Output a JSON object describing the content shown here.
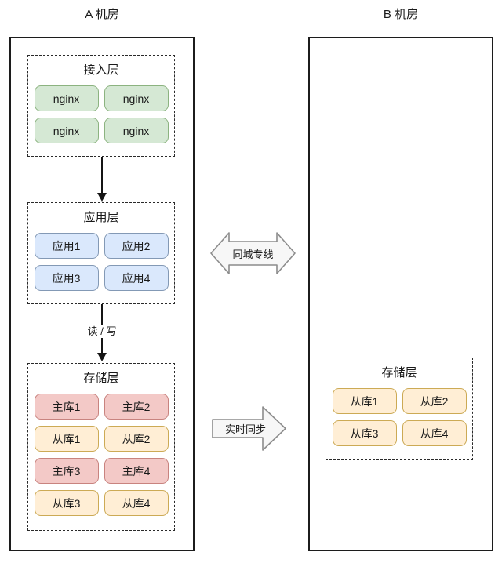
{
  "colors": {
    "green_fill": "#d5e8d4",
    "green_border": "#8cb380",
    "blue_fill": "#dae8fc",
    "blue_border": "#8399b5",
    "red_fill": "#f3c9c7",
    "red_border": "#c8837f",
    "yellow_fill": "#ffeed5",
    "yellow_border": "#ccaa55",
    "arrow_fill": "#f7f7f7",
    "arrow_border": "#8c8c8c"
  },
  "room_a": {
    "title": "A 机房",
    "access_layer": {
      "title": "接入层",
      "nodes": [
        {
          "label": "nginx"
        },
        {
          "label": "nginx"
        },
        {
          "label": "nginx"
        },
        {
          "label": "nginx"
        }
      ]
    },
    "app_layer": {
      "title": "应用层",
      "nodes": [
        {
          "label": "应用1"
        },
        {
          "label": "应用2"
        },
        {
          "label": "应用3"
        },
        {
          "label": "应用4"
        }
      ]
    },
    "storage_layer": {
      "title": "存储层",
      "nodes": [
        {
          "label": "主库1",
          "type": "master"
        },
        {
          "label": "主库2",
          "type": "master"
        },
        {
          "label": "从库1",
          "type": "slave"
        },
        {
          "label": "从库2",
          "type": "slave"
        },
        {
          "label": "主库3",
          "type": "master"
        },
        {
          "label": "主库4",
          "type": "master"
        },
        {
          "label": "从库3",
          "type": "slave"
        },
        {
          "label": "从库4",
          "type": "slave"
        }
      ]
    }
  },
  "room_b": {
    "title": "B 机房",
    "storage_layer": {
      "title": "存储层",
      "nodes": [
        {
          "label": "从库1",
          "type": "slave"
        },
        {
          "label": "从库2",
          "type": "slave"
        },
        {
          "label": "从库3",
          "type": "slave"
        },
        {
          "label": "从库4",
          "type": "slave"
        }
      ]
    }
  },
  "connectors": {
    "read_write": "读 / 写",
    "intercity_line": "同城专线",
    "realtime_sync": "实时同步"
  }
}
